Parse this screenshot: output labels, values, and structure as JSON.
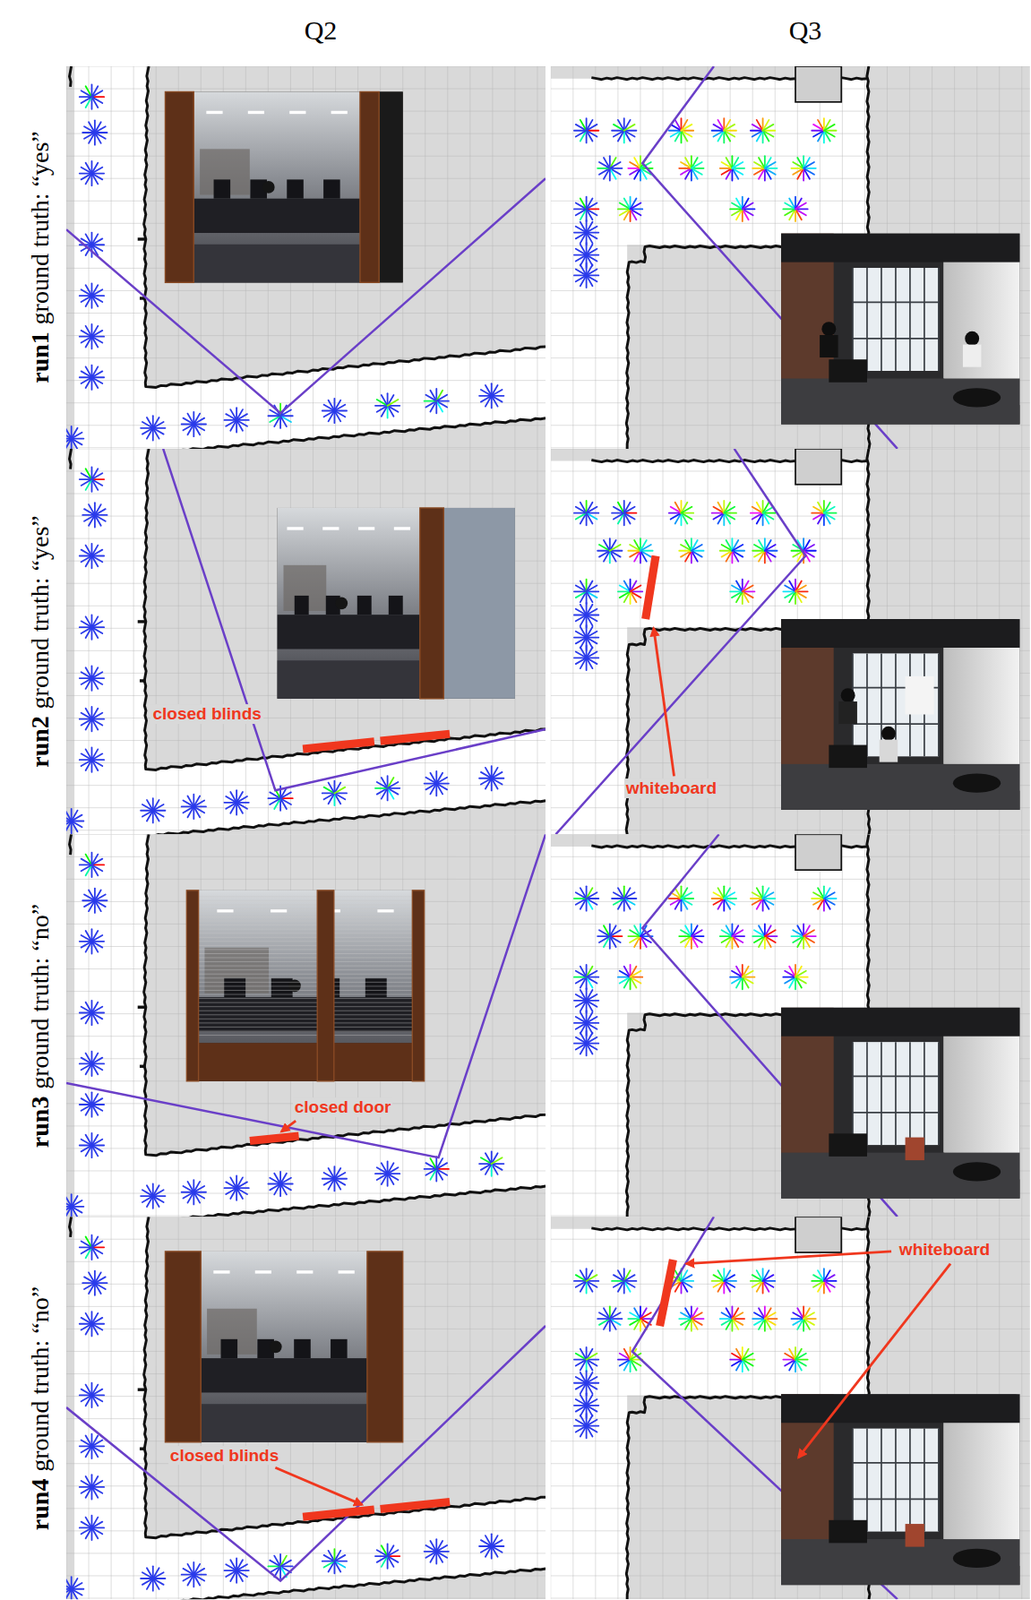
{
  "diagram": {
    "labels": [
      "Q2",
      "Q3",
      "run1",
      "ground truth: “yes”",
      "run2",
      "ground truth: “yes”",
      "closed blinds",
      "whiteboard",
      "run3",
      "ground truth: “no”",
      "closed door",
      "run4",
      "ground truth: “no”",
      "whiteboard",
      "closed blinds"
    ]
  }
}
